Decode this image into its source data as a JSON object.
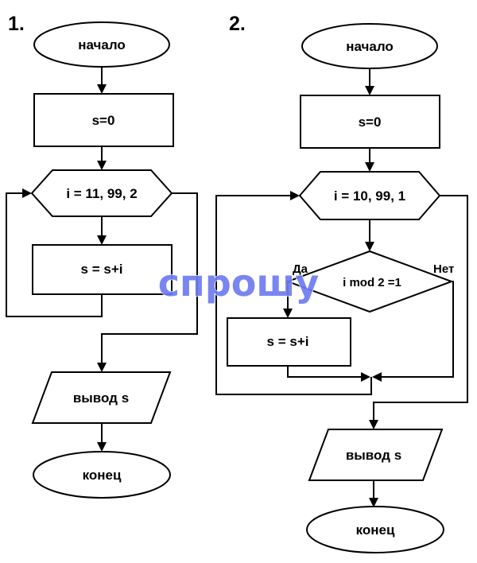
{
  "diagram1": {
    "number": "1.",
    "start": "начало",
    "init": "s=0",
    "loop": "i = 11, 99, 2",
    "body": "s = s+i",
    "output": "вывод s",
    "end": "конец"
  },
  "diagram2": {
    "number": "2.",
    "start": "начало",
    "init": "s=0",
    "loop": "i = 10, 99, 1",
    "condition": "i mod 2 =1",
    "yes": "Да",
    "no": "Нет",
    "body": "s = s+i",
    "output": "вывод s",
    "end": "конец"
  },
  "watermark": "спрошу",
  "colors": {
    "line": "#000000",
    "watermark": "#6e7cf0"
  }
}
